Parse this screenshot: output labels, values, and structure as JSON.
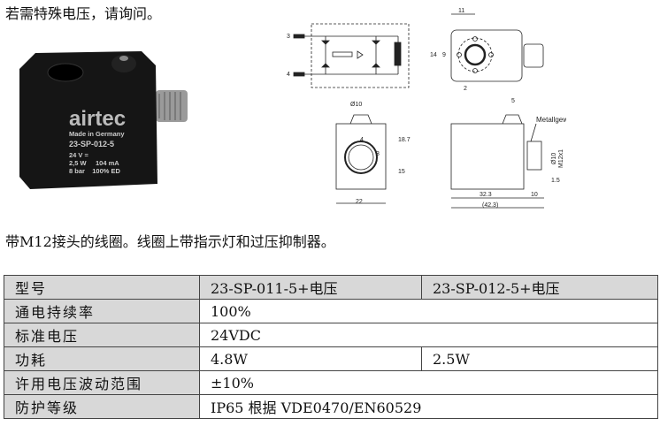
{
  "note": "若需特殊电压，请询问。",
  "caption": "带M12接头的线圈。线圈上带指示灯和过压抑制器。",
  "photo": {
    "brand": "airtec",
    "label_lines": [
      "Made in Germany",
      "23-SP-012-5",
      "24 V =",
      "2,5 W     104 mA",
      "8 bar    100% ED"
    ]
  },
  "drawing": {
    "pins": [
      "3",
      "4"
    ],
    "dims_top": [
      "11",
      "14",
      "9",
      "2"
    ],
    "dims_front": [
      "Ø10",
      "18.7",
      "15",
      "22",
      "4",
      "3"
    ],
    "dims_side": [
      "5",
      "Metallgewinde",
      "Ø10",
      "M12x1",
      "1.5",
      "32.3",
      "10",
      "(42.3)"
    ]
  },
  "table": {
    "header": [
      "型号",
      "23-SP-011-5+电压",
      "23-SP-012-5+电压"
    ],
    "rows": [
      {
        "label": "通电持续率",
        "value": "100%"
      },
      {
        "label": "标准电压",
        "value": "24VDC"
      },
      {
        "label": "功耗",
        "value": "4.8W",
        "value2": "2.5W"
      },
      {
        "label": "许用电压波动范围",
        "value": "±10%"
      },
      {
        "label": "防护等级",
        "value": "IP65 根据 VDE0470/EN60529"
      }
    ]
  }
}
